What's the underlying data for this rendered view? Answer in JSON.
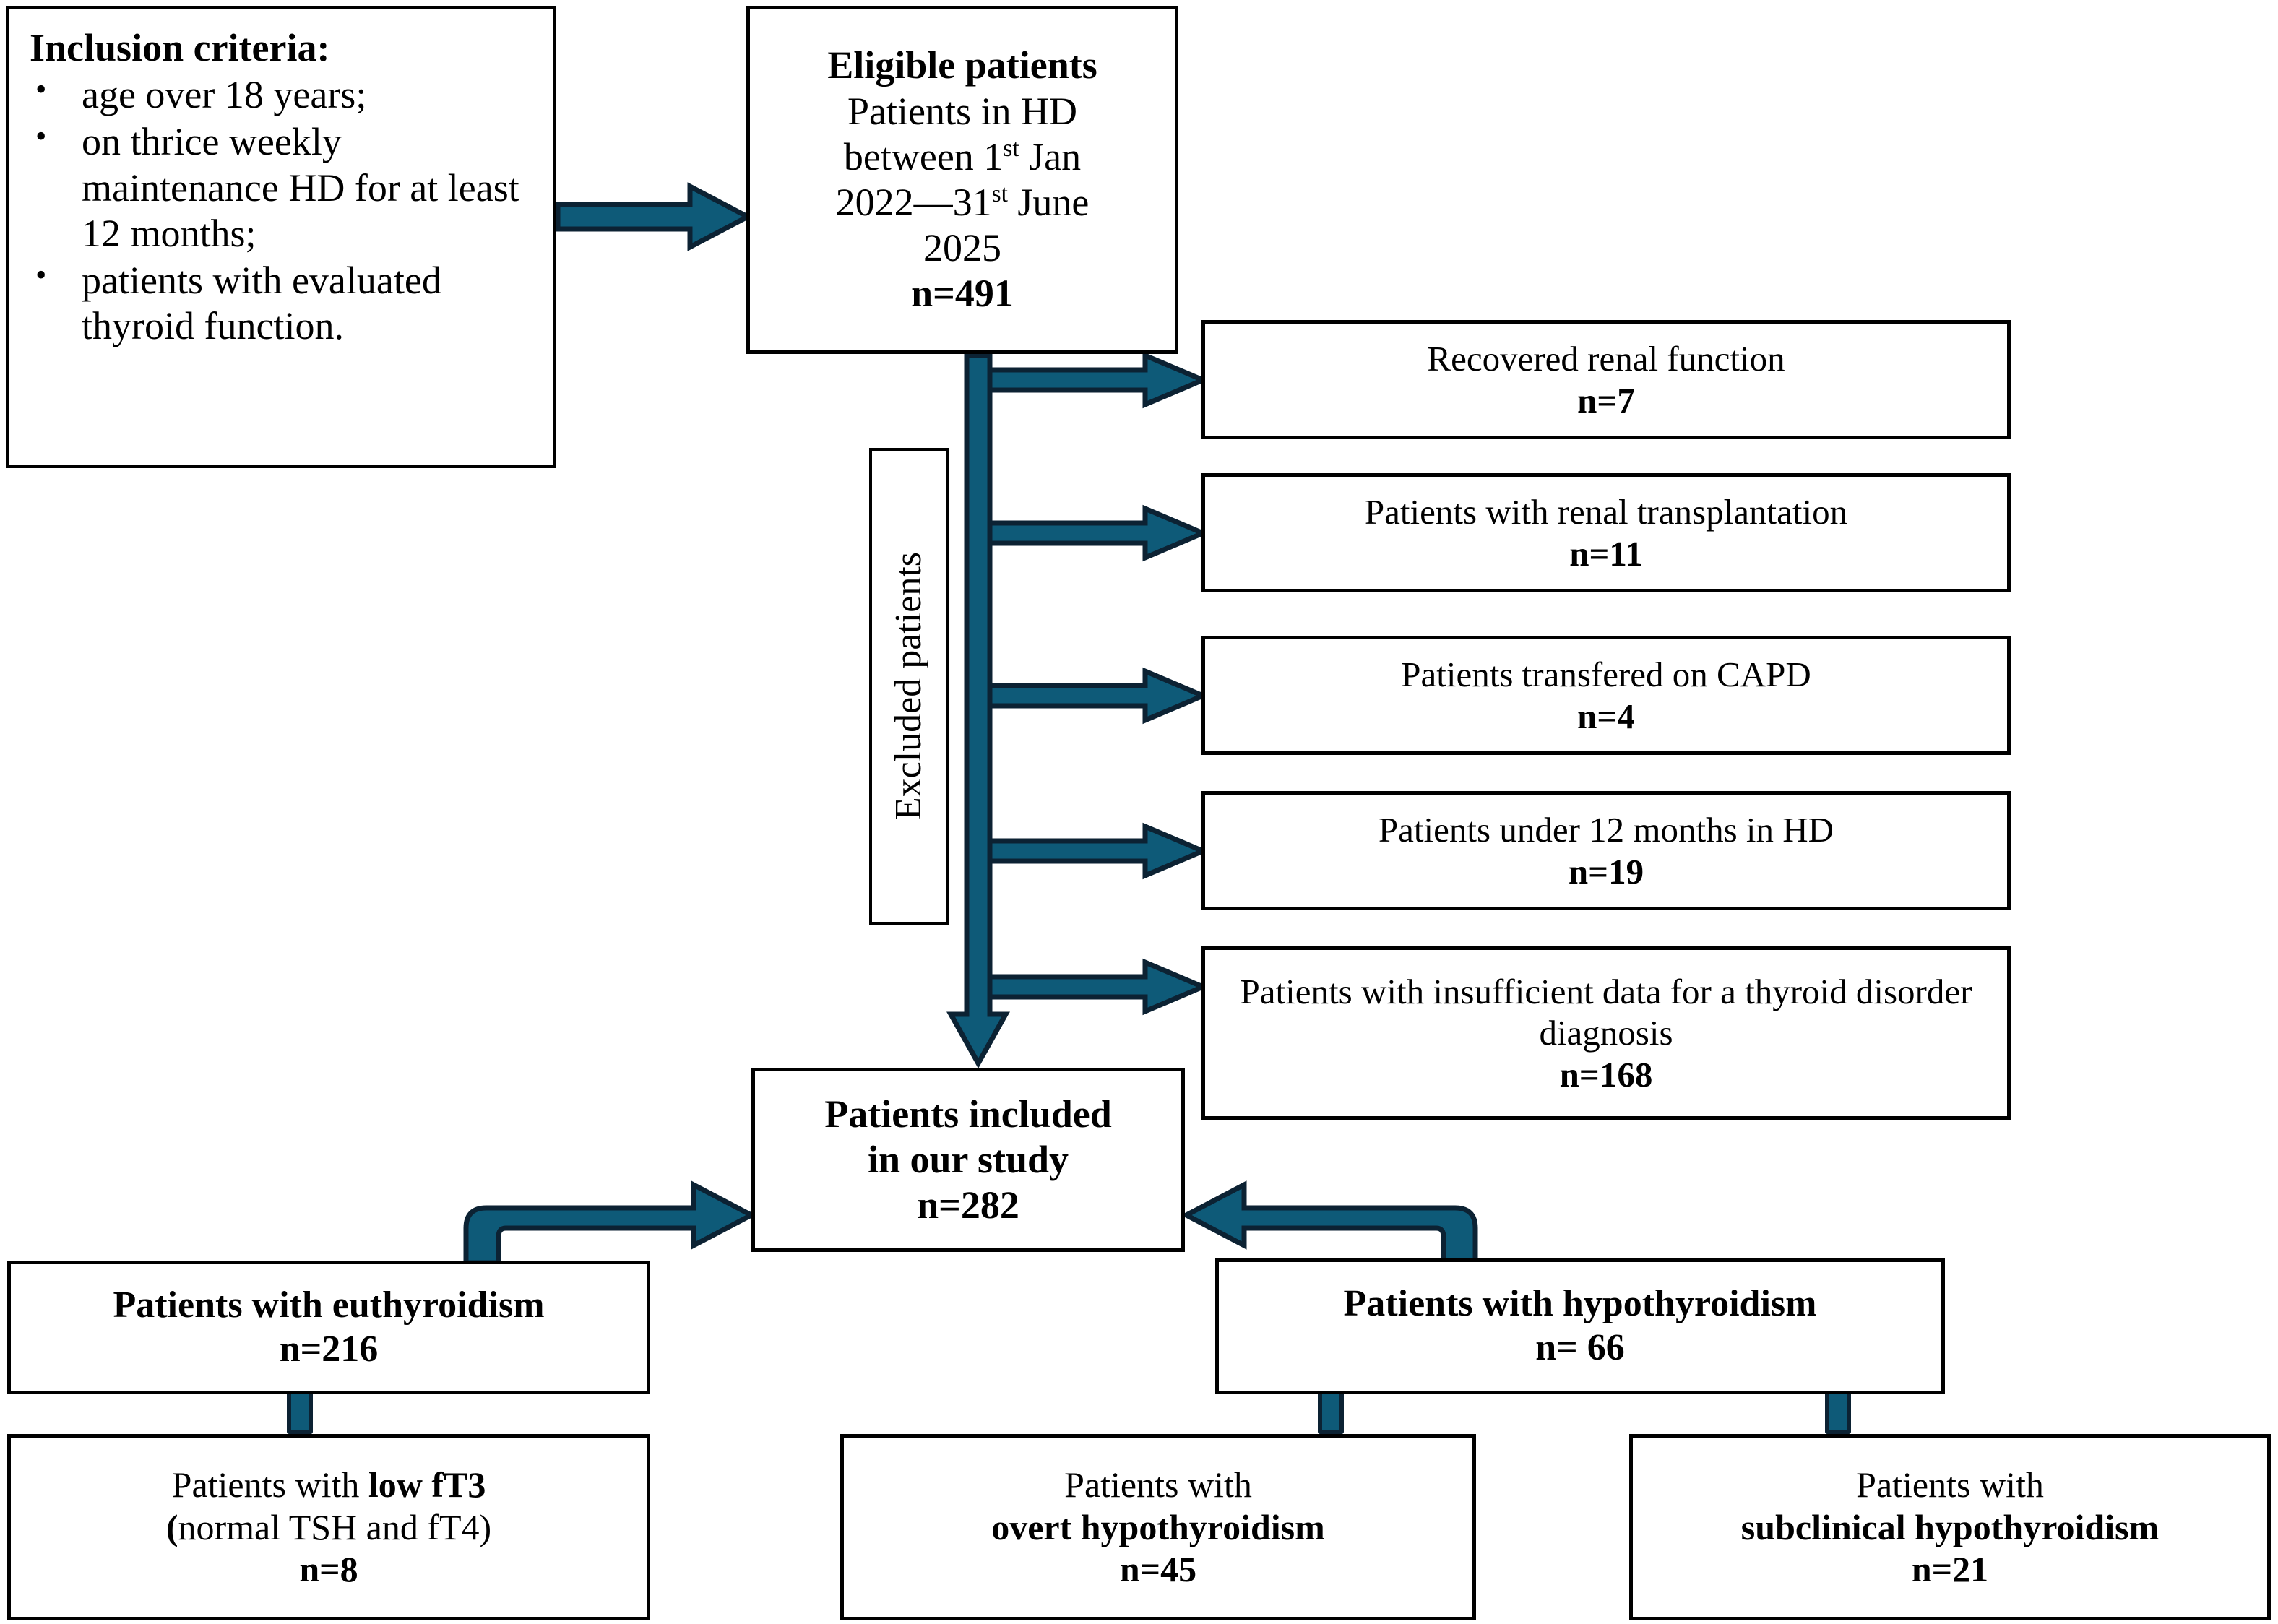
{
  "figure": {
    "type": "study-flow-diagram",
    "accent_color": "#0e5a78",
    "outline_color": "#0c2233",
    "box_border_color": "#000000",
    "background_color": "#ffffff"
  },
  "inclusion": {
    "heading": "Inclusion criteria:",
    "items": [
      "age over 18 years;",
      "on thrice weekly maintenance HD for at least 12 months;",
      "patients with evaluated thyroid function."
    ]
  },
  "eligible": {
    "title": "Eligible patients",
    "line1": "Patients in HD",
    "line2_a": "between 1",
    "line2_sup": "st",
    "line2_b": " Jan",
    "line3_a": "2022—31",
    "line3_sup": "st",
    "line3_b": " June",
    "line4": "2025",
    "count": "n=491"
  },
  "excluded": {
    "label": "Excluded patients",
    "items": [
      {
        "text": "Recovered renal function",
        "count": "n=7"
      },
      {
        "text": "Patients with renal transplantation",
        "count": "n=11"
      },
      {
        "text": "Patients transfered on CAPD",
        "count": "n=4"
      },
      {
        "text": "Patients under 12 months in HD",
        "count": "n=19"
      },
      {
        "text": "Patients with insufficient data for a thyroid disorder diagnosis",
        "count": "n=168"
      }
    ]
  },
  "included": {
    "line1": "Patients included",
    "line2": "in our study",
    "count": "n=282"
  },
  "euthyroid": {
    "title": "Patients with euthyroidism",
    "count": "n=216"
  },
  "low_ft3": {
    "line1_a": "Patients with ",
    "line1_b": "low fT3",
    "line2_a": "(",
    "line2_b": "normal TSH and fT4)",
    "count": "n=8"
  },
  "hypothyroid": {
    "title": "Patients with hypothyroidism",
    "count": "n= 66"
  },
  "overt": {
    "line1": "Patients with",
    "line2": "overt hypothyroidism",
    "count": "n=45"
  },
  "subclinical": {
    "line1": "Patients with",
    "line2": "subclinical hypothyroidism",
    "count": "n=21"
  }
}
